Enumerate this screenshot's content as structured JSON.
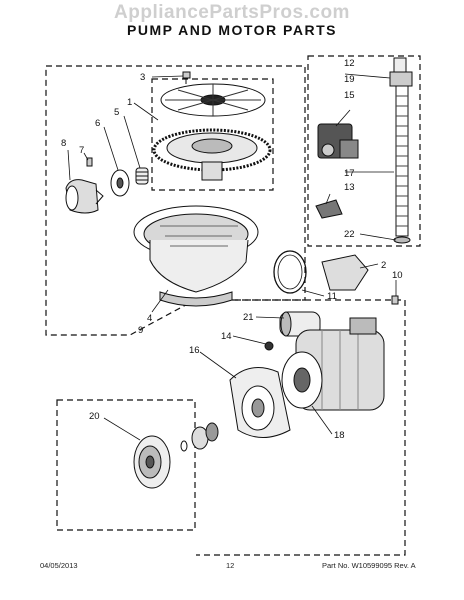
{
  "watermark": "AppliancePartsPros.com",
  "title": "PUMP AND MOTOR PARTS",
  "callouts": {
    "c1": "1",
    "c2": "2",
    "c3": "3",
    "c4": "4",
    "c5": "5",
    "c6": "6",
    "c7": "7",
    "c8": "8",
    "c9": "9",
    "c10": "10",
    "c11": "11",
    "c12": "12",
    "c13": "13",
    "c14": "14",
    "c15": "15",
    "c16": "16",
    "c17": "17",
    "c18": "18",
    "c19": "19",
    "c20": "20",
    "c21": "21",
    "c22": "22"
  },
  "footer": {
    "date": "04/05/2013",
    "page": "12",
    "part_info": "Part No. W10599095  Rev. A"
  }
}
